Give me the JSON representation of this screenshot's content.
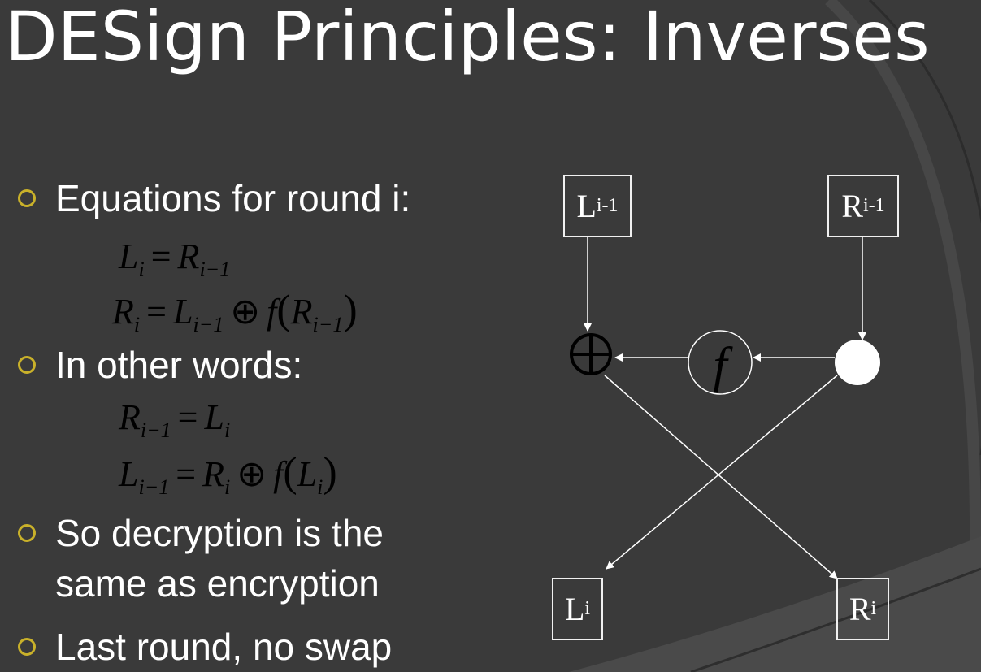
{
  "slide": {
    "title": "DESign Principles:  Inverses",
    "bullets": [
      {
        "line1": "Equations for round i:",
        "line2": ""
      },
      {
        "line1": "In other words:",
        "line2": ""
      },
      {
        "line1": "So decryption is the",
        "line2": "same as encryption"
      },
      {
        "line1": "Last round, no swap",
        "line2": ""
      }
    ],
    "equations": {
      "eq1": {
        "lhs": "L",
        "lhs_sub": "i",
        "op": "=",
        "r1": "R",
        "r1_sub": "i−1"
      },
      "eq2": {
        "lhs": "R",
        "lhs_sub": "i",
        "op": "=",
        "r1": "L",
        "r1_sub": "i−1",
        "xor": "⊕",
        "f": "f",
        "lp": "(",
        "arg": "R",
        "arg_sub": "i−1",
        "rp": ")"
      },
      "eq3": {
        "lhs": "R",
        "lhs_sub": "i−1",
        "op": "=",
        "r1": "L",
        "r1_sub": "i"
      },
      "eq4": {
        "lhs": "L",
        "lhs_sub": "i−1",
        "op": "=",
        "r1": "R",
        "r1_sub": "i",
        "xor": "⊕",
        "f": "f",
        "lp": "(",
        "arg": "L",
        "arg_sub": "i",
        "rp": ")"
      }
    }
  },
  "diagram": {
    "l_in": {
      "letter": "L",
      "sub": "i-1"
    },
    "r_in": {
      "letter": "R",
      "sub": "i-1"
    },
    "l_out": {
      "letter": "L",
      "sub": "i"
    },
    "r_out": {
      "letter": "R",
      "sub": "i"
    },
    "function_label": "f",
    "xor_symbol": "⊕"
  },
  "colors": {
    "background": "#3a3a3a",
    "bullet_ring": "#c9b12a",
    "text": "#ffffff",
    "equation_text": "#000000"
  }
}
